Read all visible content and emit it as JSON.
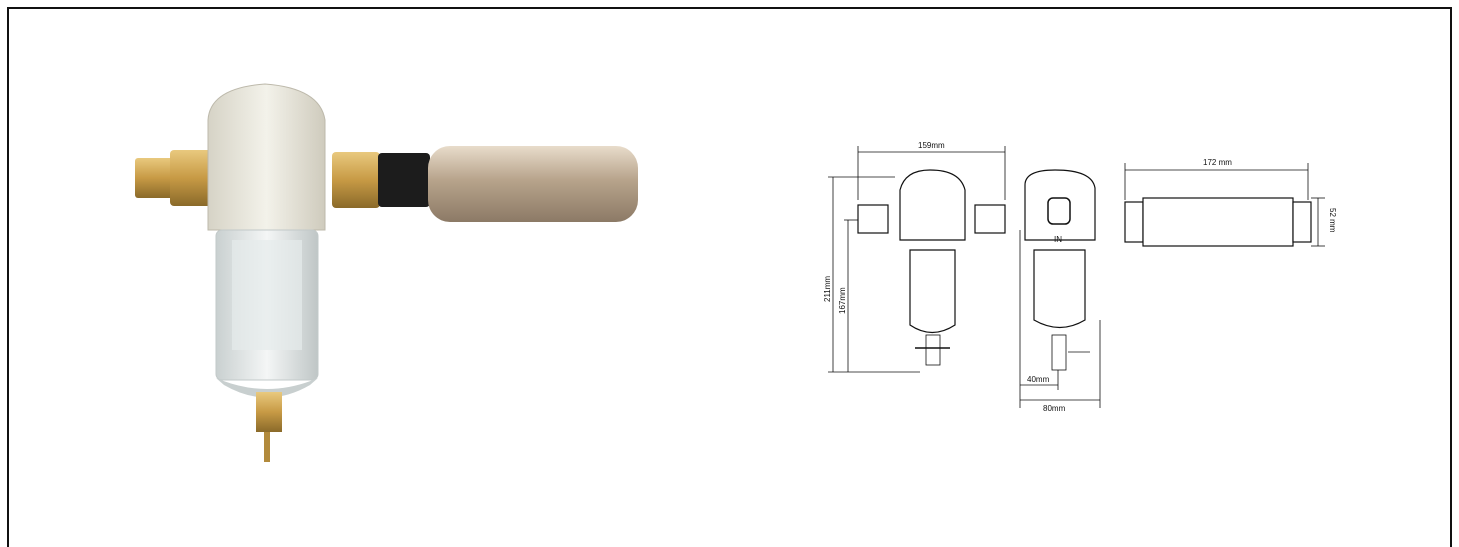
{
  "dimensions": {
    "width_total": "159mm",
    "height_total": "211mm",
    "height_body": "167mm",
    "depth_half": "40mm",
    "depth_total": "80mm",
    "cartridge_length": "172 mm",
    "cartridge_diameter": "52 mm",
    "inlet_mark": "IN"
  },
  "colors": {
    "brass": "#c9a35a",
    "housing": "#e8e6dc",
    "cartridge": "#b9a690",
    "bowl": "#dfe4e4"
  }
}
